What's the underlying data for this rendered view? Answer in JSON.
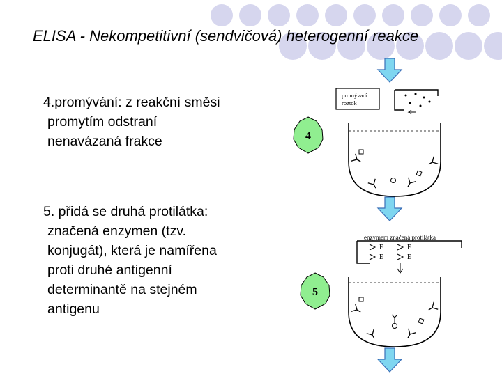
{
  "slide": {
    "title": "ELISA - Nekompetitivní (sendvičová) heterogenní reakce",
    "step4": {
      "number": "4.",
      "heading": "promývání:",
      "line1_rest": " z reakční směsi",
      "line2": "promytím odstraní",
      "line3": "nenavázaná frakce"
    },
    "step5": {
      "heading": "5. přidá se druhá protilátka:",
      "line2": "značená enzymen (tzv.",
      "line3": "konjugát), která je namířena",
      "line4": "proti druhé antigenní",
      "line5": "determinantě na stejném",
      "line6": "antigenu"
    }
  },
  "diagram": {
    "step4_badge": "4",
    "step5_badge": "5",
    "wash_box_line1": "promývací",
    "wash_box_line2": "roztok",
    "antibody_label": "enzymem značená protilátka",
    "enzyme_mark": "E"
  },
  "colors": {
    "ring_fill": "#d6d6ee",
    "badge_fill": "#90ee90",
    "arrow_fill": "#7fd6f0",
    "arrow_stroke": "#3a6fb8"
  }
}
